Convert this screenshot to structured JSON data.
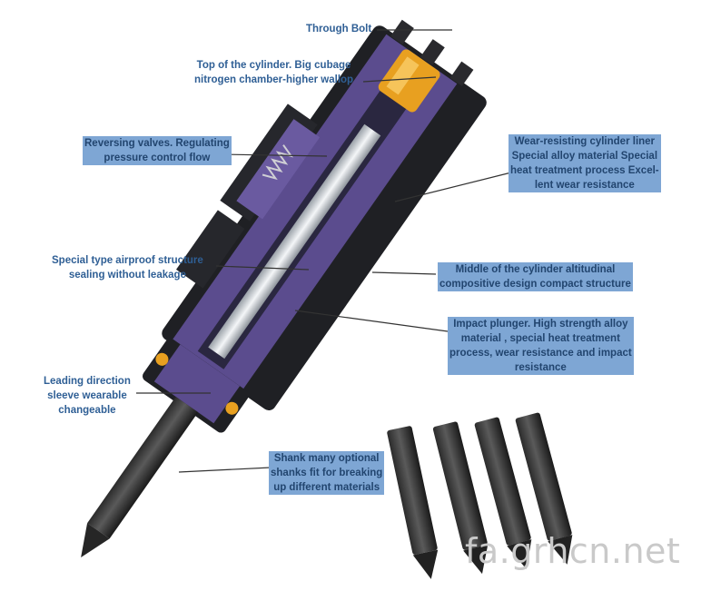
{
  "labels": {
    "through_bolt": "Through Bolt",
    "top_cylinder": "Top of the cylinder. Big cubage\nnitrogen chamber-higher wallop",
    "reversing_valves": "Reversing valves. Regulating\npressure control flow",
    "wear_liner": "Wear-resisting cylinder liner\nSpecial alloy material Special\nheat treatment process Excel-\nlent wear resistance",
    "airproof": "Special type airproof structure\nsealing without leakage",
    "middle_cylinder": "Middle of the cylinder altitudinal\ncompositive design compact structure",
    "impact_plunger": "Impact plunger. High strength alloy\nmaterial , special heat treatment\nprocess, wear resistance and impact\nresistance",
    "leading_sleeve": "Leading direction\nsleeve wearable\nchangeable",
    "shank": "Shank many optional\nshanks fit for breaking\nup different materials"
  },
  "watermark": "fa.grhcn.net",
  "colors": {
    "label_text": "#2f5f95",
    "highlight": "#7ea6d4",
    "body_purple": "#5b4c8e",
    "body_dark": "#1f2024",
    "piston_orange": "#e8a020"
  }
}
